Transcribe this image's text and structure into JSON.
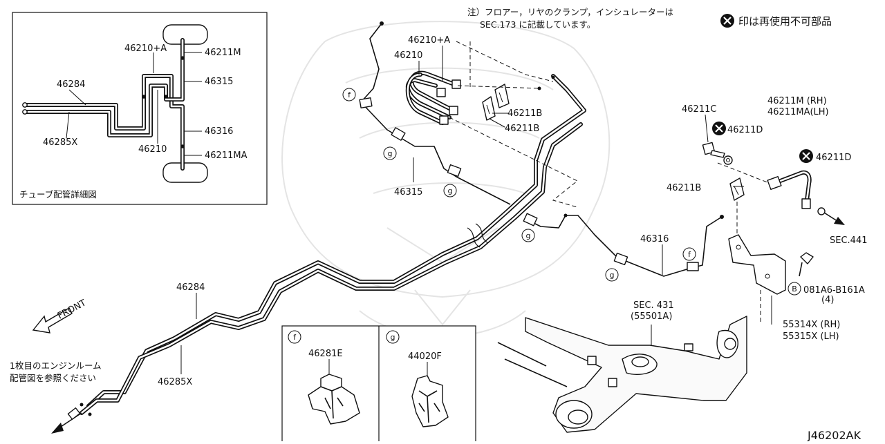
{
  "diagram_id": "J46202AK",
  "notes": {
    "clamp_line1": "注）フロアー，リヤのクランプ，インシュレーターは",
    "clamp_line2": "SEC.173 に記載しています。",
    "non_reusable": "印は再使用不可部品",
    "engine_line1": "1枚目のエンジンルーム",
    "engine_line2": "配管図を参照ください",
    "front": "FRONT",
    "inset_caption": "チューブ配管詳細図"
  },
  "inset": {
    "labels": {
      "p46210a": "46210+A",
      "p46211m": "46211M",
      "p46284": "46284",
      "p46315": "46315",
      "p46316": "46316",
      "p46285x": "46285X",
      "p46210": "46210",
      "p46211ma": "46211MA"
    }
  },
  "main": {
    "labels": {
      "p46210a": "46210+A",
      "p46210": "46210",
      "p46211b_1": "46211B",
      "p46211b_2": "46211B",
      "p46315": "46315",
      "p46284": "46284",
      "p46285x": "46285X",
      "p46211c": "46211C",
      "p46211d_1": "46211D",
      "p46211d_2": "46211D",
      "p46211m_rh": "46211M (RH)",
      "p46211ma_lh": "46211MA(LH)",
      "p46211b_3": "46211B",
      "sec441": "SEC.441",
      "p46316": "46316",
      "bolt_ref": "081A6-B161A",
      "bolt_qty": "(4)",
      "sec431": "SEC. 431",
      "sec431_sub": "(55501A)",
      "p55314x": "55314X (RH)",
      "p55315x": "55315X (LH)"
    },
    "callout_f": "f",
    "callout_g": "g",
    "callout_b": "B"
  },
  "detail": {
    "f_letter": "f",
    "f_part": "46281E",
    "g_letter": "g",
    "g_part": "44020F"
  }
}
